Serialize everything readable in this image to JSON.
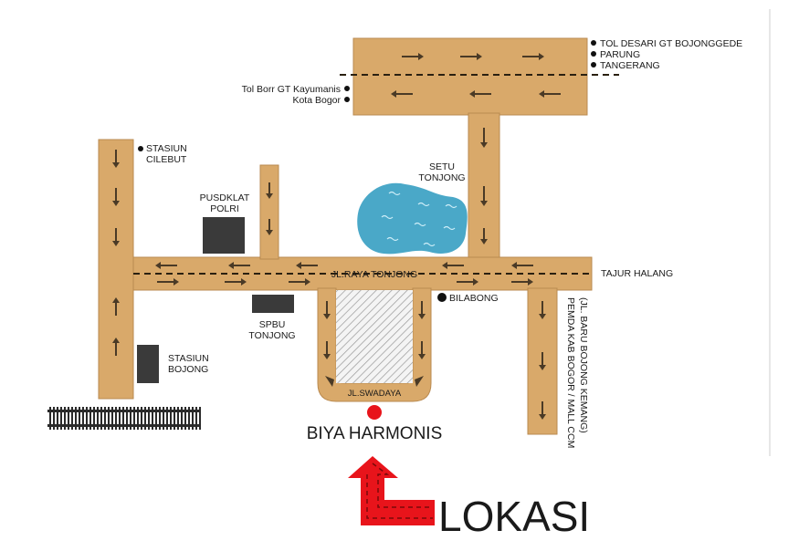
{
  "labels": {
    "tol_desari": "TOL DESARI GT BOJONGGEDE",
    "parung": "PARUNG",
    "tangerang": "TANGERANG",
    "tol_borr": "Tol Borr GT Kayumanis",
    "kota_bogor": "Kota Bogor",
    "stasiun_cilebut_1": "STASIUN",
    "stasiun_cilebut_2": "CILEBUT",
    "pusdklat_1": "PUSDKLAT",
    "pusdklat_2": "POLRI",
    "setu_1": "SETU",
    "setu_2": "TONJONG",
    "jl_raya_tonjong": "JL.RAYA TONJONG",
    "tajur_halang": "TAJUR HALANG",
    "bilabong": "BILABONG",
    "spbu_1": "SPBU",
    "spbu_2": "TONJONG",
    "stasiun_bojong_1": "STASIUN",
    "stasiun_bojong_2": "BOJONG",
    "jl_swadaya": "JL.SWADAYA",
    "biya_harmonis": "BIYA HARMONIS",
    "lokasi": "LOKASI",
    "jl_baru_1": "(JL. BARU BOJONG KEMANG)",
    "jl_baru_2": "PEMDA KAB BOGOR / MALL CCM"
  },
  "colors": {
    "road": "#d9a96a",
    "building": "#3a3a3a",
    "lake": "#4aa8c8",
    "marker": "#e8141b",
    "lokasi_arrow": "#e8141b"
  }
}
